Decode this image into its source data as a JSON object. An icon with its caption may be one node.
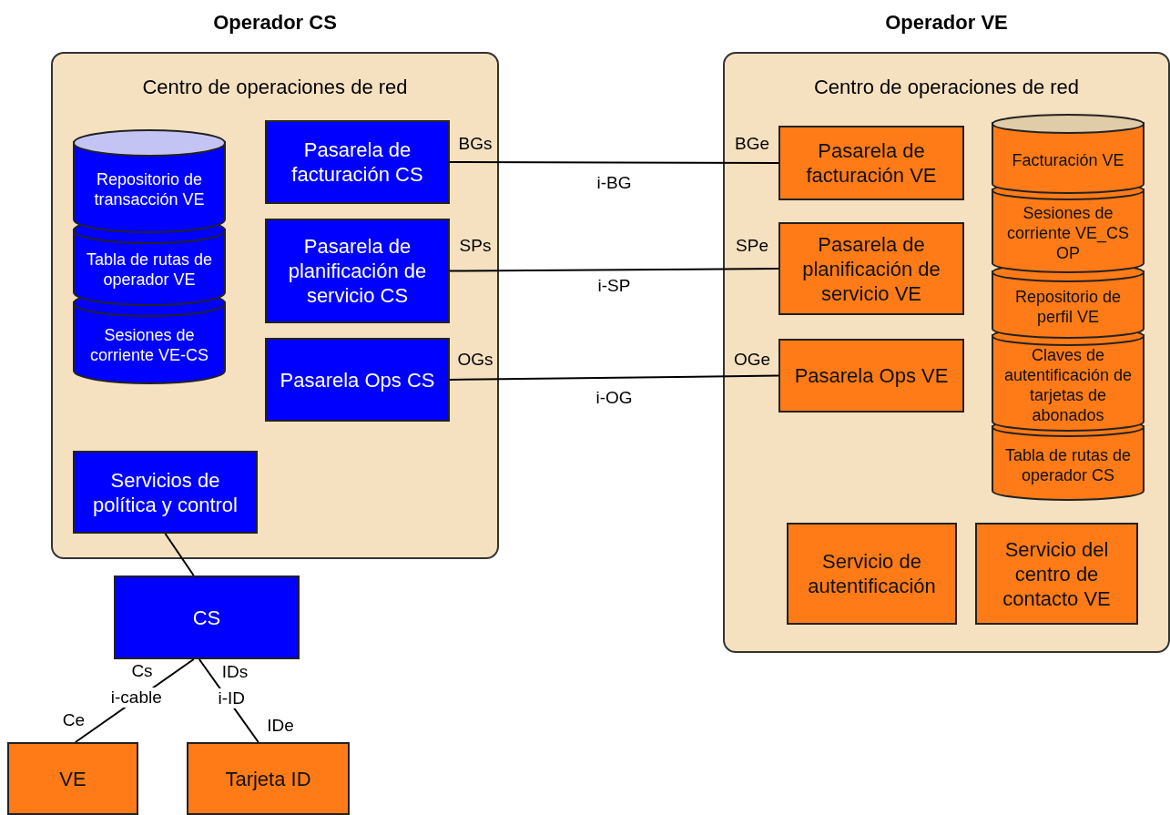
{
  "diagram": {
    "nodes": [
      {
        "text": [
          "Operador CS",
          "Centro de operaciones de red"
        ]
      },
      {
        "text": [
          "Repositorio de transacción VE"
        ],
        "in": 0
      },
      {
        "text": [
          "Tabla de rutas de operador VE"
        ],
        "in": 0
      },
      {
        "text": [
          "Sesiones de corriente VE-CS"
        ],
        "in": 0
      },
      {
        "text": [
          "Pasarela de facturación CS"
        ],
        "in": 0
      },
      {
        "text": [
          "Pasarela de planificación de servicio CS"
        ],
        "in": 0
      },
      {
        "text": [
          "Pasarela Ops CS"
        ],
        "in": 0
      },
      {
        "text": [
          "Servicios de política y control"
        ],
        "in": 0
      },
      {
        "text": [
          "CS"
        ]
      },
      {
        "text": [
          "VE"
        ]
      },
      {
        "text": [
          "Tarjeta ID"
        ]
      },
      {
        "text": [
          "Operador VE",
          "Centro de operaciones de red"
        ]
      },
      {
        "text": [
          "Pasarela de facturación VE"
        ],
        "in": 11
      },
      {
        "text": [
          "Pasarela de planificación de servicio VE"
        ],
        "in": 11
      },
      {
        "text": [
          "Pasarela Ops VE"
        ],
        "in": 11
      },
      {
        "text": [
          "Facturación VE"
        ],
        "in": 11
      },
      {
        "text": [
          "Sesiones de corriente VE_CS OP"
        ],
        "in": 11
      },
      {
        "text": [
          "Repositorio de perfil VE"
        ],
        "in": 11
      },
      {
        "text": [
          "Claves de autentificación de tarjetas de abonados"
        ],
        "in": 11
      },
      {
        "text": [
          "Tabla de rutas de operador CS"
        ],
        "in": 11
      },
      {
        "text": [
          "Servicio de autentificación"
        ],
        "in": 11
      },
      {
        "text": [
          "Servicio del centro de contacto VE"
        ],
        "in": 11
      }
    ],
    "edges": [
      {
        "from": 4,
        "to": 12,
        "arrow": "none",
        "label": "i-BG"
      },
      {
        "from": 5,
        "to": 13,
        "arrow": "none",
        "label": "i-SP"
      },
      {
        "from": 6,
        "to": 14,
        "arrow": "none",
        "label": "i-OG"
      },
      {
        "from": 7,
        "to": 8,
        "arrow": "none"
      },
      {
        "from": 8,
        "to": 9,
        "arrow": "none",
        "label": "i-cable"
      },
      {
        "from": 8,
        "to": 10,
        "arrow": "none",
        "label": "i-ID"
      }
    ],
    "labels": [
      "BGs",
      "BGe",
      "SPs",
      "SPe",
      "OGs",
      "OGe",
      "Cs",
      "IDs",
      "Ce",
      "IDe"
    ]
  }
}
